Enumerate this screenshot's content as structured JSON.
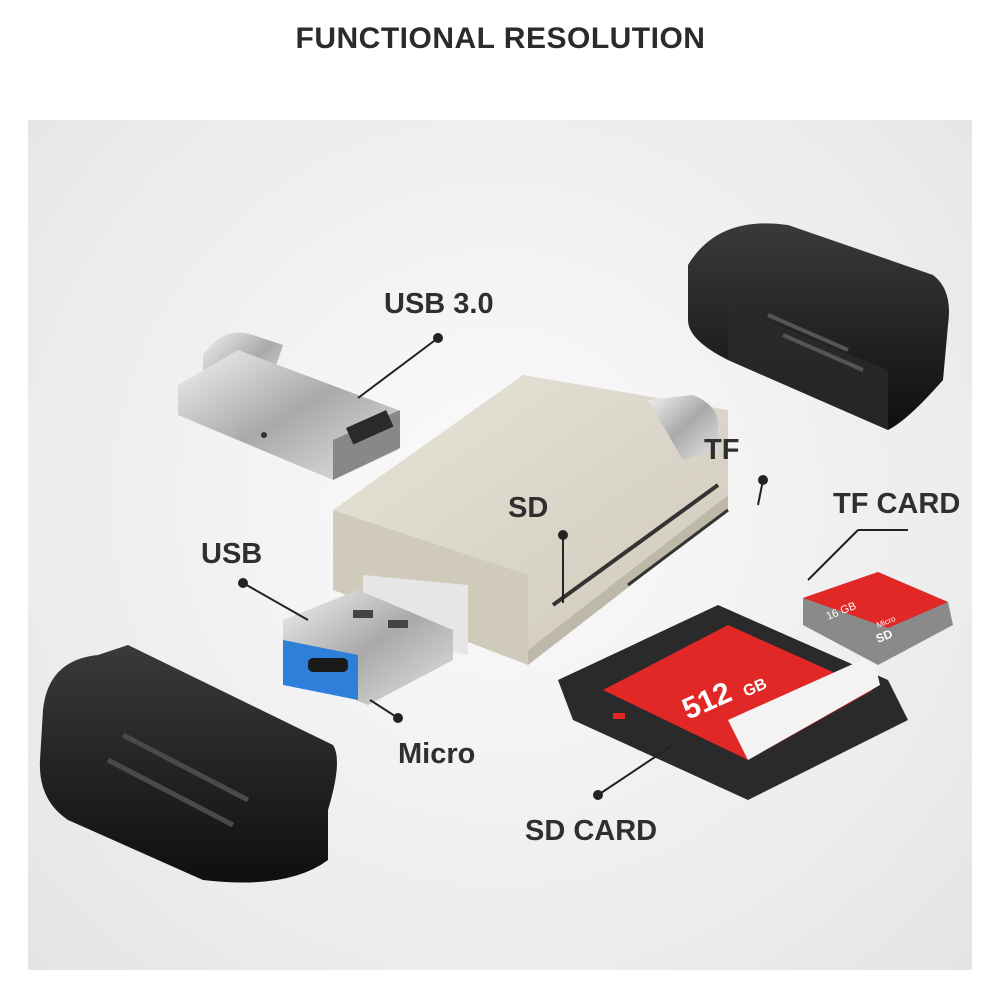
{
  "title": "FUNCTIONAL RESOLUTION",
  "callouts": {
    "usb30": "USB 3.0",
    "tf": "TF",
    "sd": "SD",
    "tf_card": "TF CARD",
    "usb": "USB",
    "micro": "Micro",
    "sd_card": "SD CARD"
  },
  "sd_card_capacity": "512",
  "sd_card_unit": "GB",
  "tf_card_capacity": "16 GB",
  "tf_card_brand_small": "Micro",
  "tf_card_sd_mark": "SD",
  "colors": {
    "card_red": "#e22727",
    "body_metal": "#d9d5c8",
    "cap_black": "#1c1c1c",
    "usb_blue": "#2e7fd9"
  }
}
